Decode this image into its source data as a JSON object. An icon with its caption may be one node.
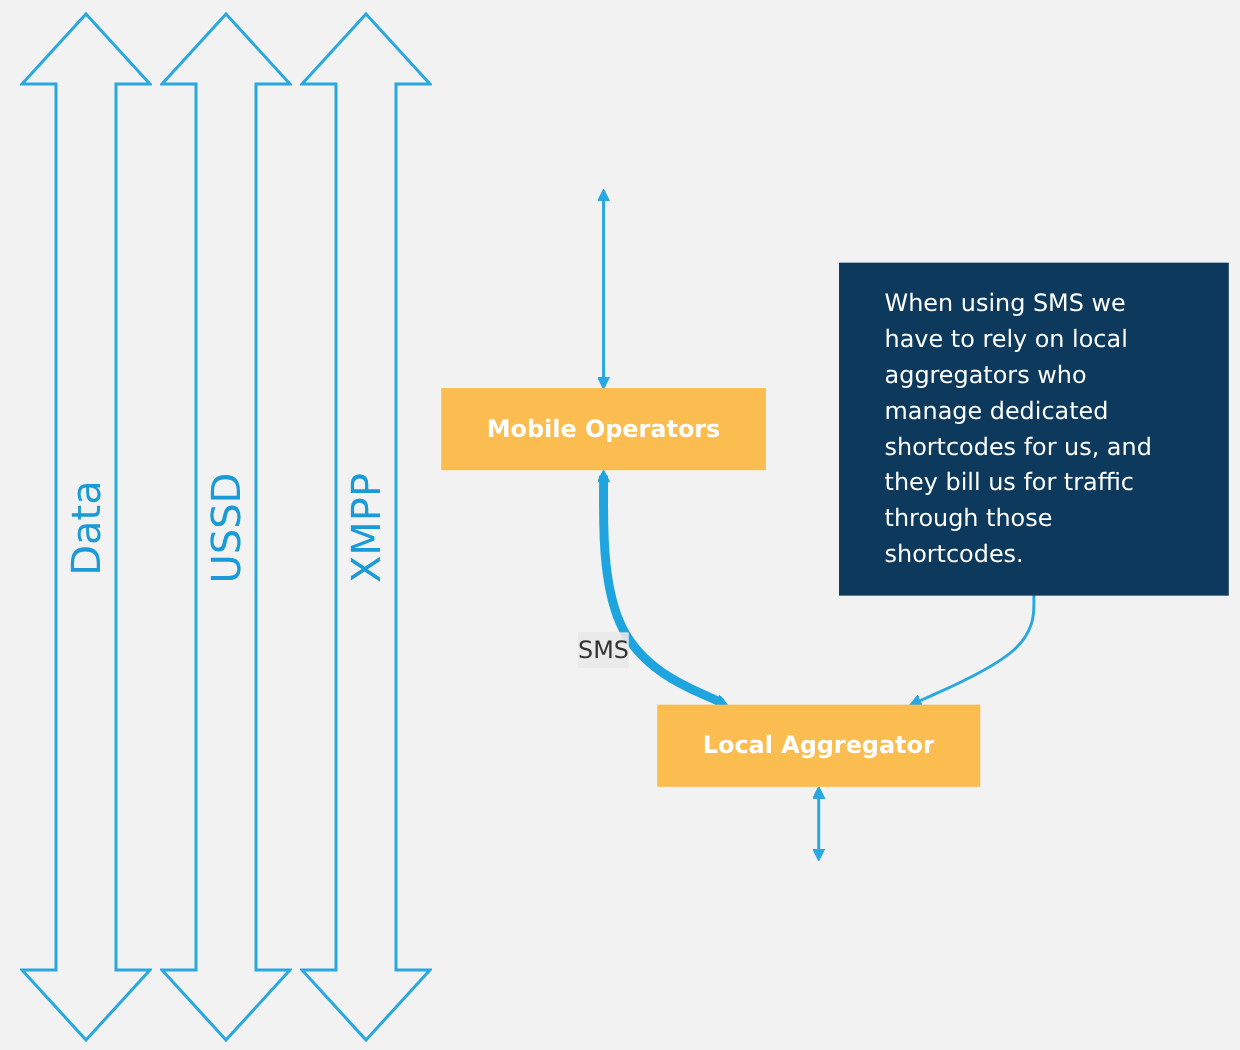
{
  "diagram": {
    "nodes": [
      {
        "text": [
          "Mobile Operators"
        ]
      },
      {
        "text": [
          "Local Aggregator"
        ]
      },
      {
        "text": [
          "When using SMS we have to rely on local aggregators who manage dedicated shortcodes for us, and they bill us for traffic through those shortcodes."
        ]
      }
    ],
    "edges": [
      {
        "from": null,
        "to": 0,
        "arrow": "both"
      },
      {
        "from": 0,
        "to": 1,
        "arrow": "both",
        "label": "SMS",
        "style": "thick",
        "color": "#1ea5e0"
      },
      {
        "from": 1,
        "to": null,
        "arrow": "both"
      },
      {
        "from": 2,
        "to": 1,
        "arrow": "to"
      }
    ],
    "labels": [
      "Data",
      "USSD",
      "XMPP"
    ]
  }
}
